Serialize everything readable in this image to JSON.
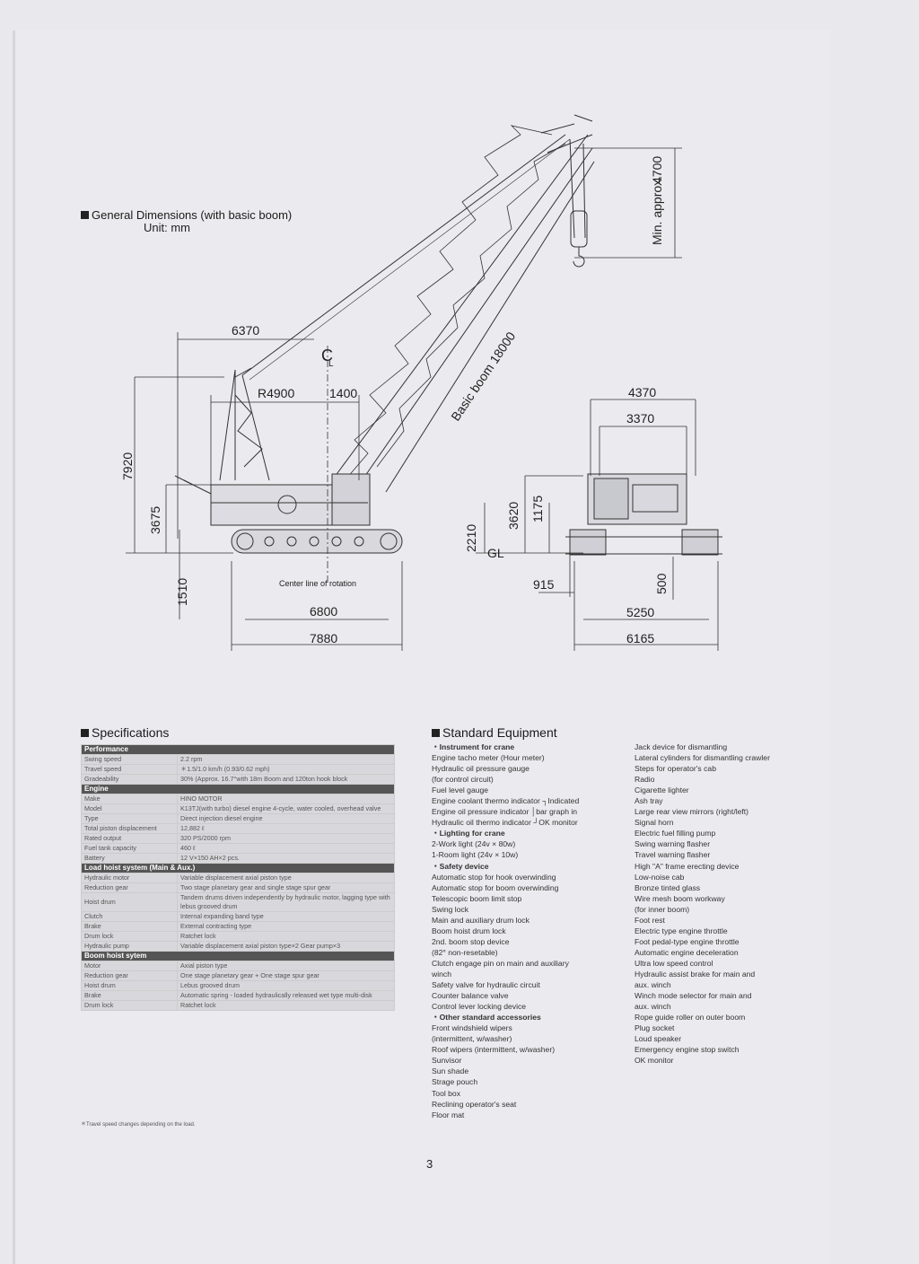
{
  "dimensions": {
    "heading": "General Dimensions (with basic boom)",
    "unit": "Unit: mm",
    "labels": {
      "boom_reach": "6370",
      "centerline": "C",
      "centerline_sub": "L",
      "tail_radius": "R4900",
      "offset": "1400",
      "boom_label": "Basic boom 18000",
      "hook_min": "Min. approx.",
      "hook_val": "4700",
      "gantry_height": "7920",
      "cab_height": "3675",
      "track_height": "1510",
      "ground_clear": "2210",
      "gl": "GL",
      "rotation": "Center line of rotation",
      "tumbler_dist": "6800",
      "track_length": "7880",
      "width_upper": "4370",
      "width_cab": "3370",
      "height_total": "3620",
      "height_upper": "1175",
      "track_shoe": "915",
      "track_h": "500",
      "gauge": "5250",
      "overall_width": "6165"
    }
  },
  "specs": {
    "heading": "Specifications",
    "sections": [
      {
        "title": "Performance",
        "rows": [
          [
            "Swing speed",
            "2.2 rpm"
          ],
          [
            "Travel speed",
            "＊1.5/1.0 km/h (0.93/0.62 mph)"
          ],
          [
            "Gradeability",
            "30% (Approx. 16.7°with 18m Boom and 120ton hook block"
          ]
        ]
      },
      {
        "title": "Engine",
        "rows": [
          [
            "Make",
            "HINO MOTOR"
          ],
          [
            "Model",
            "K13TJ(with turbo) diesel engine 4-cycle, water cooled, overhead valve"
          ],
          [
            "Type",
            "Direct injection diesel engine"
          ],
          [
            "Total piston displacement",
            "12,882 ℓ"
          ],
          [
            "Rated output",
            "320 PS/2000 rpm"
          ],
          [
            "Fuel tank capacity",
            "460 ℓ"
          ],
          [
            "Battery",
            "12 V×150 AH×2 pcs."
          ]
        ]
      },
      {
        "title": "Load hoist system (Main & Aux.)",
        "rows": [
          [
            "Hydraulic motor",
            "Variable displacement axial piston type"
          ],
          [
            "Reduction gear",
            "Two stage planetary gear and single stage spur gear"
          ],
          [
            "Hoist drum",
            "Tandem drums driven independently by hydraulic motor, lagging type with lebus grooved drum"
          ],
          [
            "Clutch",
            "Internal expanding band type"
          ],
          [
            "Brake",
            "External contracting type"
          ],
          [
            "Drum lock",
            "Ratchet lock"
          ],
          [
            "Hydraulic pump",
            "Variable displacement axial piston type×2 Gear pump×3"
          ]
        ]
      },
      {
        "title": "Boom hoist sytem",
        "rows": [
          [
            "Motor",
            "Axial piston type"
          ],
          [
            "Reduction gear",
            "One stage planetary gear + One stage spur gear"
          ],
          [
            "Hoist drum",
            "Lebus grooved drum"
          ],
          [
            "Brake",
            "Automatic spring - loaded hydraulically released wet type multi-disk"
          ],
          [
            "Drum lock",
            "Ratchet lock"
          ]
        ]
      }
    ],
    "note": "＊Travel speed changes depending on the load."
  },
  "equipment": {
    "heading": "Standard Equipment",
    "col1": [
      {
        "t": "・Instrument for crane",
        "c": true
      },
      {
        "t": "Engine tacho meter (Hour meter)"
      },
      {
        "t": "Hydraulic oil pressure gauge"
      },
      {
        "t": "(for control circuit)"
      },
      {
        "t": "Fuel level gauge"
      },
      {
        "t": "Engine coolant thermo indicator ┐Indicated"
      },
      {
        "t": "Engine oil pressure indicator   │bar graph in"
      },
      {
        "t": "Hydraulic oil thermo indicator  ┘OK monitor"
      },
      {
        "t": "・Lighting for crane",
        "c": true
      },
      {
        "t": "2-Work light (24v × 80w)"
      },
      {
        "t": "1-Room light (24v × 10w)"
      },
      {
        "t": "・Safety device",
        "c": true
      },
      {
        "t": "Automatic stop for hook overwinding"
      },
      {
        "t": "Automatic stop for boom overwinding"
      },
      {
        "t": "Telescopic boom limit stop"
      },
      {
        "t": "Swing lock"
      },
      {
        "t": "Main and auxiliary drum lock"
      },
      {
        "t": "Boom hoist drum lock"
      },
      {
        "t": "2nd. boom stop device"
      },
      {
        "t": "(82° non-resetable)"
      },
      {
        "t": "Clutch engage pin on main and auxiliary"
      },
      {
        "t": "winch"
      },
      {
        "t": "Safety valve for hydraulic circuit"
      },
      {
        "t": "Counter balance valve"
      },
      {
        "t": "Control lever locking device"
      },
      {
        "t": "・Other standard accessories",
        "c": true
      },
      {
        "t": "Front windshield wipers"
      },
      {
        "t": "(intermittent, w/washer)"
      },
      {
        "t": "Roof wipers (intermittent, w/washer)"
      },
      {
        "t": "Sunvisor"
      },
      {
        "t": "Sun shade"
      },
      {
        "t": "Strage pouch"
      },
      {
        "t": "Tool box"
      },
      {
        "t": "Reclining operator's seat"
      },
      {
        "t": "Floor mat"
      }
    ],
    "col2": [
      "Jack device for dismantling",
      "Lateral cylinders for dismantling crawler",
      "Steps for operator's cab",
      "Radio",
      "Cigarette lighter",
      "Ash tray",
      "Large rear view mirrors (right/left)",
      "Signal horn",
      "Electric fuel filling pump",
      "Swing warning flasher",
      "Travel warning flasher",
      "High \"A\" frame erecting device",
      "Low-noise cab",
      "Bronze tinted glass",
      "Wire mesh boom workway",
      "(for inner boom)",
      "Foot rest",
      "Electric type engine throttle",
      "Foot pedal-type engine throttle",
      "Automatic engine deceleration",
      "Ultra low speed control",
      "Hydraulic assist brake for main and",
      "aux. winch",
      "Winch mode selector for main and",
      "aux. winch",
      "Rope guide roller on outer boom",
      "Plug socket",
      "Loud speaker",
      "Emergency engine stop switch",
      "OK monitor"
    ]
  },
  "page_number": "3"
}
